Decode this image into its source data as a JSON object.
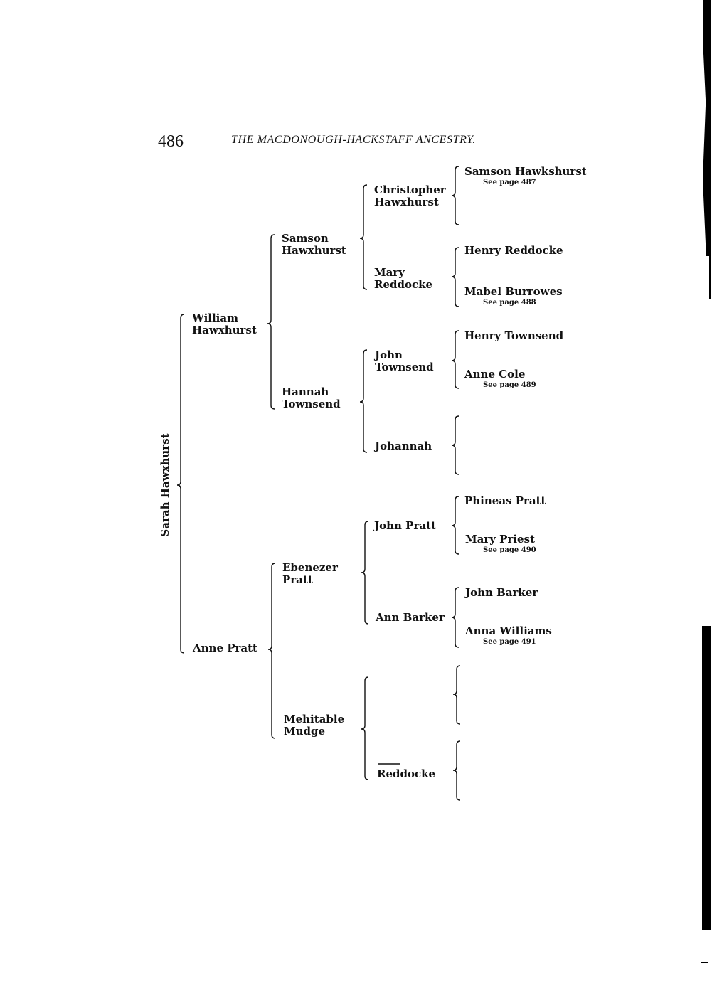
{
  "header": {
    "page_number": "486",
    "title": "THE MACDONOUGH-HACKSTAFF ANCESTRY."
  },
  "root": "Sarah Hawxhurst",
  "gen1": [
    "William Hawxhurst",
    "Anne Pratt"
  ],
  "gen2": [
    "Samson Hawxhurst",
    "Hannah Townsend",
    "Ebenezer Pratt",
    "Mehitable Mudge"
  ],
  "gen3": [
    "Christopher Hawxhurst",
    "Mary Reddocke",
    "John Townsend",
    "Johannah",
    "John Pratt",
    "Ann Barker",
    "",
    "Reddocke"
  ],
  "gen4": [
    {
      "name": "Samson Hawkshurst",
      "ref": "See page 487"
    },
    {
      "name": "",
      "ref": ""
    },
    {
      "name": "Henry Reddocke",
      "ref": ""
    },
    {
      "name": "Mabel Burrowes",
      "ref": "See page 488"
    },
    {
      "name": "Henry Townsend",
      "ref": ""
    },
    {
      "name": "Anne Cole",
      "ref": "See page 489"
    },
    {
      "name": "",
      "ref": ""
    },
    {
      "name": "",
      "ref": ""
    },
    {
      "name": "Phineas Pratt",
      "ref": ""
    },
    {
      "name": "Mary Priest",
      "ref": "See page 490"
    },
    {
      "name": "John Barker",
      "ref": ""
    },
    {
      "name": "Anna Williams",
      "ref": "See page 491"
    },
    {
      "name": "",
      "ref": ""
    },
    {
      "name": "",
      "ref": ""
    },
    {
      "name": "",
      "ref": ""
    },
    {
      "name": "",
      "ref": ""
    }
  ]
}
